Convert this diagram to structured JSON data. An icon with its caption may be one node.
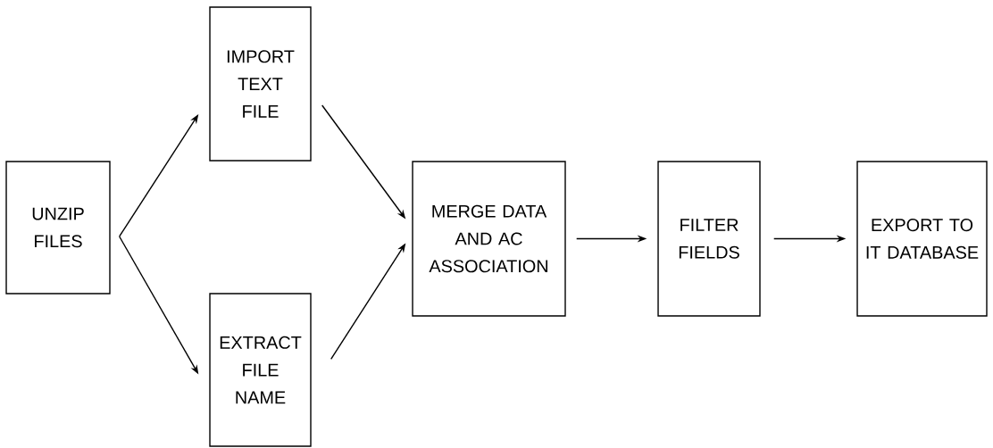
{
  "diagram": {
    "nodes": [
      {
        "text": [
          "UNZIP FILES"
        ]
      },
      {
        "text": [
          "IMPORT TEXT FILE"
        ]
      },
      {
        "text": [
          "EXTRACT FILE NAME"
        ]
      },
      {
        "text": [
          "MERGE DATA AND AC ASSOCIATION"
        ]
      },
      {
        "text": [
          "FILTER FIELDS"
        ]
      },
      {
        "text": [
          "EXPORT TO IT DATABASE"
        ]
      }
    ],
    "edges": [
      {
        "from": 0,
        "to": 1,
        "arrow": "to"
      },
      {
        "from": 0,
        "to": 2,
        "arrow": "to"
      },
      {
        "from": 1,
        "to": 3,
        "arrow": "to"
      },
      {
        "from": 2,
        "to": 3,
        "arrow": "to"
      },
      {
        "from": 3,
        "to": 4,
        "arrow": "to"
      },
      {
        "from": 4,
        "to": 5,
        "arrow": "to"
      }
    ]
  }
}
